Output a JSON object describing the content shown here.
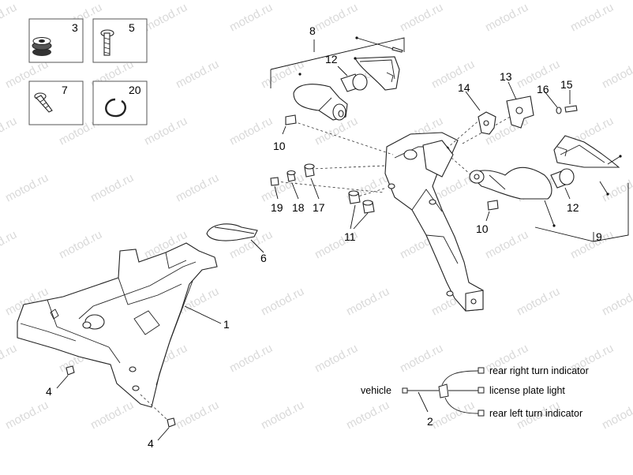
{
  "watermark_text": "motod.ru",
  "callouts": {
    "n1": "1",
    "n2": "2",
    "n3": "3",
    "n4a": "4",
    "n4b": "4",
    "n5": "5",
    "n6": "6",
    "n7": "7",
    "n8": "8",
    "n9": "9",
    "n10a": "10",
    "n10b": "10",
    "n11": "11",
    "n12a": "12",
    "n12b": "12",
    "n13": "13",
    "n14": "14",
    "n15": "15",
    "n16": "16",
    "n17": "17",
    "n18": "18",
    "n19": "19",
    "n20": "20"
  },
  "wiring": {
    "vehicle": "vehicle",
    "rear_right": "rear right turn indicator",
    "license_plate": "license plate light",
    "rear_left": "rear left turn indicator"
  },
  "colors": {
    "ink": "#222222",
    "watermark": "#d9d9d9",
    "box_border": "#555555"
  }
}
